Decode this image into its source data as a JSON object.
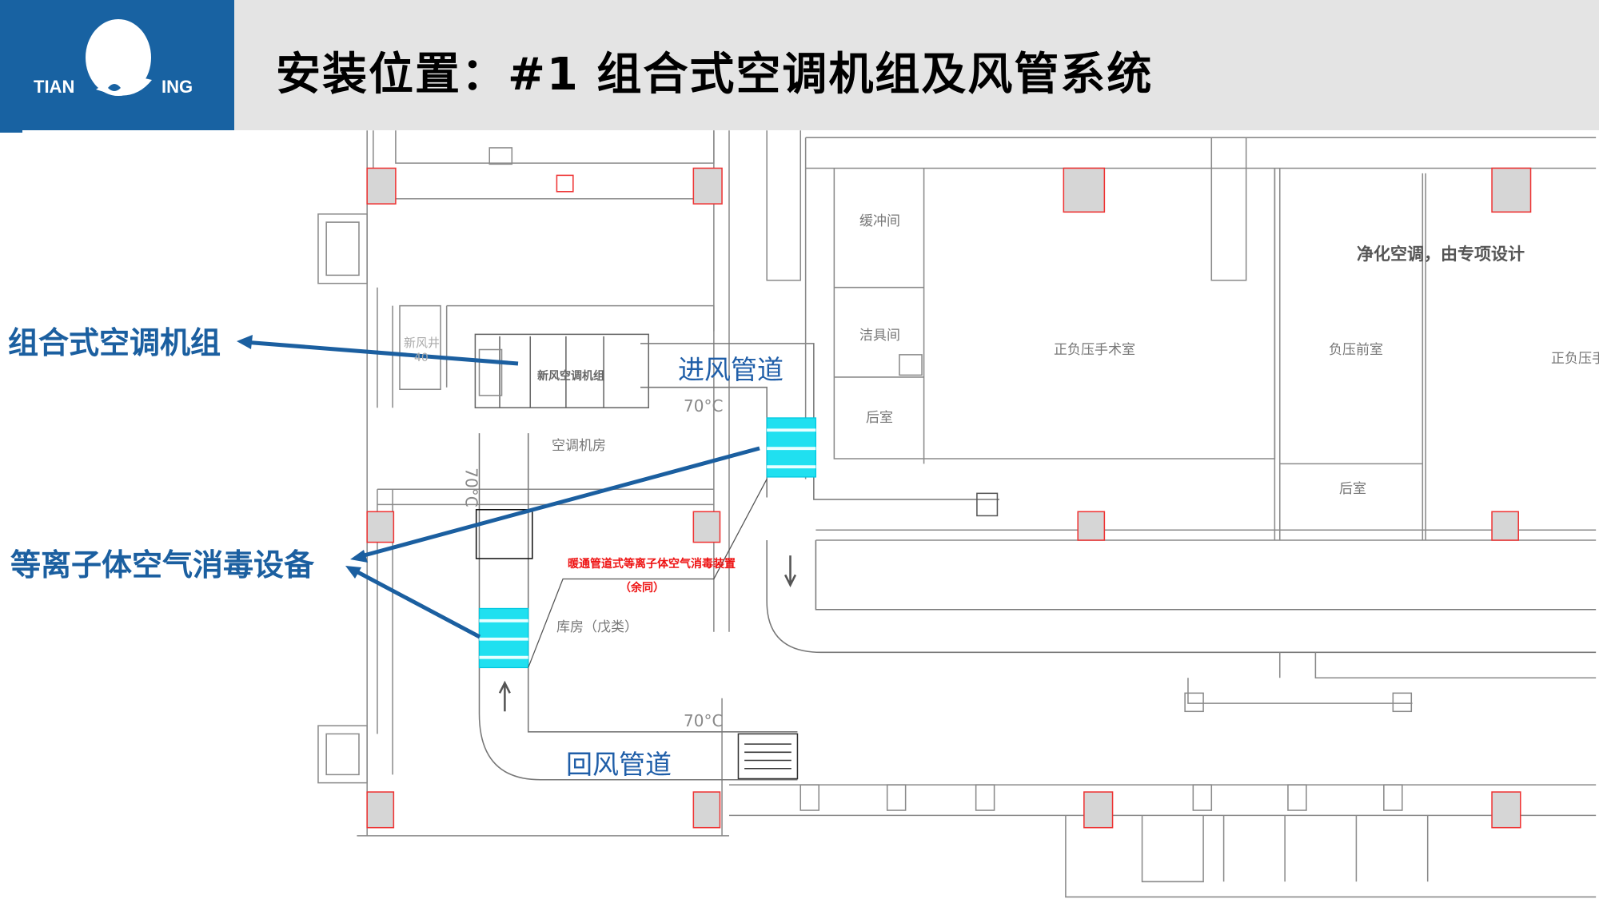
{
  "header": {
    "title": "安装位置：#1 组合式空调机组及风管系统",
    "logo_left": "TIAN",
    "logo_right": "ING",
    "brand_color": "#1862a2"
  },
  "callouts": {
    "ahu": "组合式空调机组",
    "plasma": "等离子体空气消毒设备",
    "color": "#1b5fa0"
  },
  "ducts": {
    "supply": "进风管道",
    "return": "回风管道"
  },
  "notes": {
    "device": "暖通管道式等离子体空气消毒装置",
    "same": "（余同）",
    "clean_ac": "净化空调，由专项设计"
  },
  "rooms": {
    "buffer": "缓冲间",
    "janitor": "洁具间",
    "back_room_1": "后室",
    "or_room": "正负压手术室",
    "neg_anteroom": "负压前室",
    "or_room_2": "正负压手",
    "back_room_2": "后室",
    "ac_room": "空调机房",
    "storage": "库房（戊类）",
    "ahu_unit": "新风空调机组",
    "fresh_shaft": "新风井",
    "shaft_num": "40"
  },
  "temps": {
    "t1": "70°C",
    "t2": "70°C",
    "t3": "70°C"
  }
}
